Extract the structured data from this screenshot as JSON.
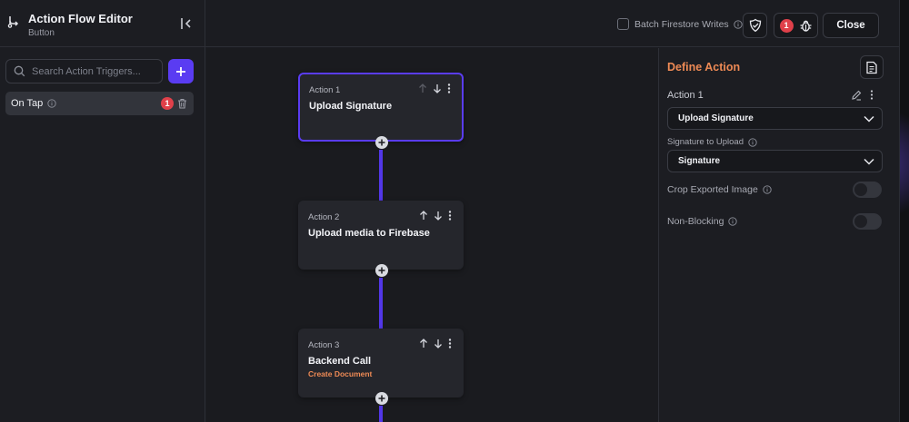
{
  "editor": {
    "title": "Action Flow Editor",
    "subtitle": "Button"
  },
  "sidebar": {
    "search_placeholder": "Search Action Triggers...",
    "triggers": [
      {
        "label": "On Tap",
        "badge_count": "1"
      }
    ]
  },
  "toolbar": {
    "batch_label": "Batch Firestore Writes",
    "batch_checked": false,
    "issues_count": "1",
    "close_label": "Close"
  },
  "flow": {
    "actions": [
      {
        "label": "Action 1",
        "name": "Upload Signature",
        "sub": "",
        "selected": true
      },
      {
        "label": "Action 2",
        "name": "Upload media to Firebase",
        "sub": "",
        "selected": false
      },
      {
        "label": "Action 3",
        "name": "Backend Call",
        "sub": "Create Document",
        "selected": false
      }
    ]
  },
  "panel": {
    "title": "Define Action",
    "action_label": "Action 1",
    "action_type": "Upload Signature",
    "signature_label": "Signature to Upload",
    "signature_value": "Signature",
    "crop_label": "Crop Exported Image",
    "crop_on": false,
    "nonblocking_label": "Non-Blocking",
    "nonblocking_on": false
  },
  "colors": {
    "accent": "#5a3cf2",
    "orange": "#ee8a55",
    "badge": "#e0404a"
  }
}
